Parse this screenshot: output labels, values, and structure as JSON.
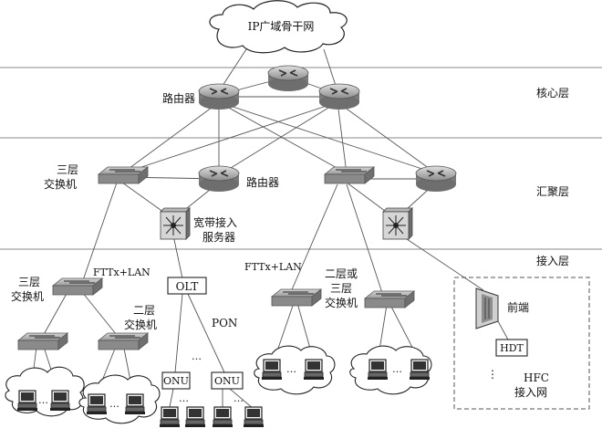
{
  "cloud_top_label": "IP广域骨干网",
  "layers": {
    "core": "核心层",
    "aggregation": "汇聚层",
    "access": "接入层"
  },
  "labels": {
    "router_core": "路由器",
    "router_agg": "路由器",
    "l3_switch_agg": "三层",
    "l3_switch_agg_2": "交换机",
    "bras_1": "宽带接入",
    "bras_2": "服务器",
    "ftth_lan_left": "FTTx+LAN",
    "ftth_lan_mid": "FTTx+LAN",
    "l3_switch_access": "三层",
    "l3_switch_access_2": "交换机",
    "l2_switch": "二层",
    "l2_switch_2": "交换机",
    "l2_or_l3_1": "二层或",
    "l2_or_l3_2": "三层",
    "l2_or_l3_3": "交换机",
    "olt": "OLT",
    "pon": "PON",
    "onu_1": "ONU",
    "onu_2": "ONU",
    "dots_mid": "…",
    "headend": "前端",
    "hdt": "HDT",
    "hfc_1": "HFC",
    "hfc_2": "接入网",
    "dots_pc_a": "…",
    "dots_pc_b": "…",
    "dots_pc_c": "…",
    "dots_pc_d": "…",
    "dots_pc_e": "…",
    "dots_vertical": "⋮"
  },
  "colors": {
    "line": "#555555",
    "device_fill": "#bdbdbd",
    "device_dark": "#7d7d7d",
    "layer_line": "#888888"
  }
}
